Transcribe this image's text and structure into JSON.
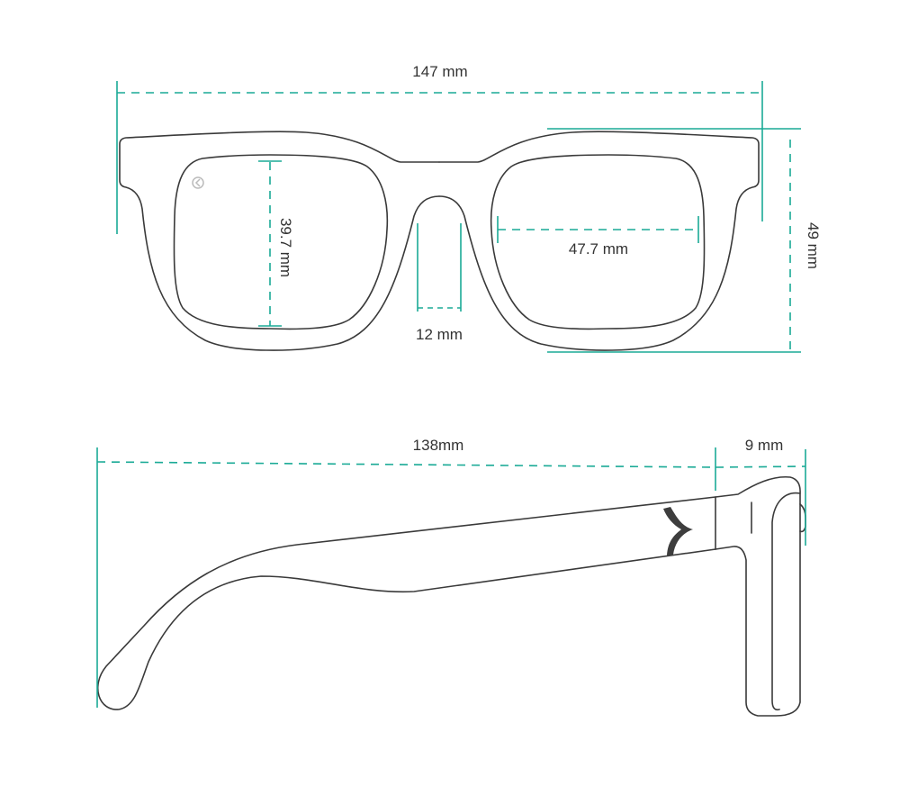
{
  "colors": {
    "dimension": "#1aaa96",
    "outline": "#3a3a3a",
    "accent_mark": "#3d3d3d",
    "logo": "#bbbbbb"
  },
  "front_view": {
    "total_width": "147 mm",
    "frame_height": "49 mm",
    "lens_height": "39.7 mm",
    "lens_width": "47.7 mm",
    "bridge_width": "12 mm",
    "logo_icon": "brand-logo-icon"
  },
  "side_view": {
    "temple_length": "138mm",
    "front_depth": "9 mm"
  }
}
